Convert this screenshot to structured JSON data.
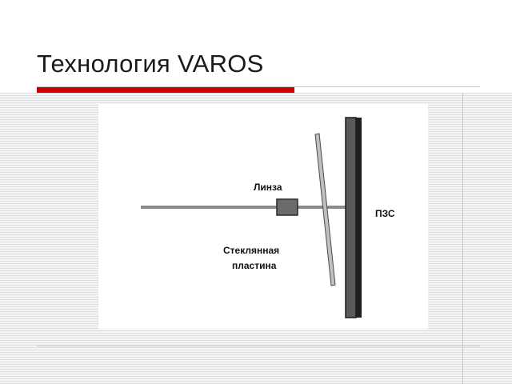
{
  "slide": {
    "title": "Технология VAROS"
  },
  "diagram": {
    "labels": {
      "lens": "Линза",
      "ccd": "ПЗС",
      "glass_line1": "Стеклянная",
      "glass_line2": "пластина"
    },
    "colors": {
      "accent_rule": "#cc0000",
      "axis": "#8a8a8a",
      "lens_fill": "#6b6b6b",
      "ccd_fill": "#555555",
      "plate_fill": "#c0c0c0"
    }
  }
}
